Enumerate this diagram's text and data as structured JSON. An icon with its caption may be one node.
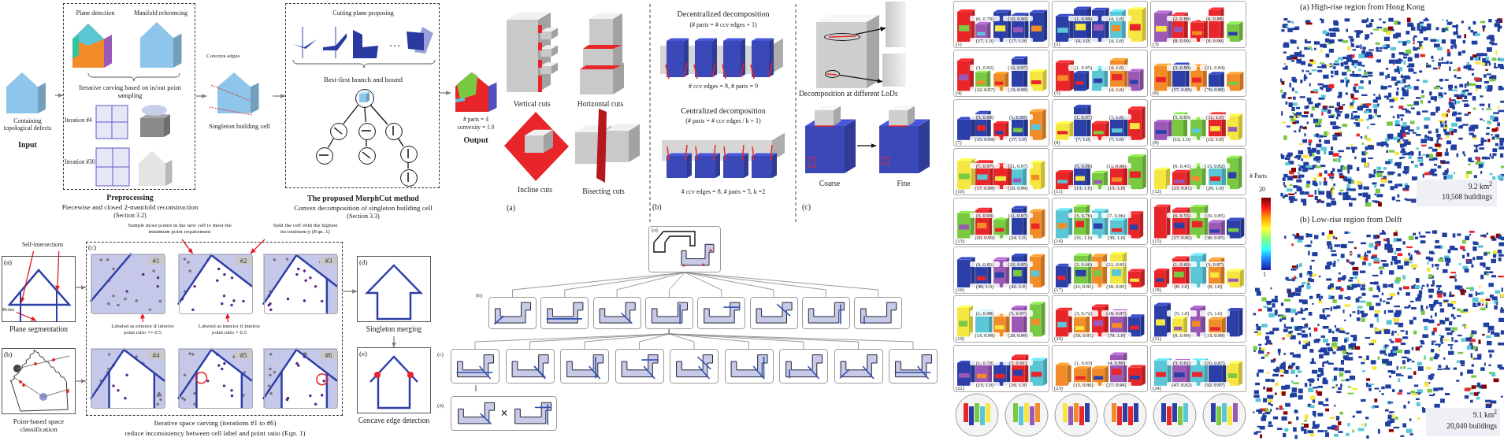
{
  "diagram": {
    "nodes": [
      {
        "text": [
          "Containing topological defects",
          "Input"
        ]
      },
      {
        "text": [
          "Plane detection",
          "Manifold referencing",
          "Iterative carving based on in/out point sampling",
          "Iteration #4",
          "Iteration #30",
          "Preprocessing",
          "Piecewise and closed 2-manifold reconstruction",
          "(Section 3.2)"
        ]
      },
      {
        "text": [
          "Concave edges",
          "Singleton building cell"
        ]
      },
      {
        "text": [
          "Cutting plane proposing",
          "Best-first branch and bound",
          "The proposed MorphCut method",
          "Convex decomposition of singleton building cell",
          "(Section 3.3)"
        ]
      },
      {
        "text": [],
        "shape": "circle",
        "in": 3
      },
      {
        "text": [],
        "shape": "circle",
        "in": 3
      },
      {
        "text": [],
        "shape": "circle",
        "in": 3
      },
      {
        "text": [],
        "shape": "circle",
        "in": 3
      },
      {
        "text": [],
        "shape": "circle",
        "in": 3
      },
      {
        "text": [],
        "shape": "circle",
        "in": 3
      },
      {
        "text": [],
        "shape": "circle",
        "in": 3
      },
      {
        "text": [],
        "shape": "circle",
        "in": 3
      },
      {
        "text": [
          "# parts = 4",
          "convexity = 1.0",
          "Output"
        ]
      },
      {
        "text": [],
        "shape": "ellipse"
      },
      {
        "text": [],
        "shape": "picture"
      },
      {
        "text": [],
        "shape": "ellipse"
      },
      {
        "text": [],
        "shape": "picture"
      },
      {
        "text": [
          "Coarse"
        ]
      },
      {
        "text": [
          "Fine"
        ]
      },
      {
        "text": [
          "Self-intersections"
        ]
      },
      {
        "text": [
          "(a)",
          "Plane segmentation"
        ]
      },
      {
        "text": [
          "Holes"
        ],
        "in": 20
      },
      {
        "text": [
          "(b)",
          "Point-based space classification"
        ]
      },
      {
        "text": [
          "(c)",
          "Iterative space carving (iterations #1 to #6)",
          "reduce inconsistency between cell label and point ratio (Eqn. 1)"
        ]
      },
      {
        "text": [
          "#1"
        ],
        "in": 23
      },
      {
        "text": [
          "#2"
        ],
        "in": 23
      },
      {
        "text": [
          "#3"
        ],
        "in": 23
      },
      {
        "text": [
          "#4"
        ],
        "in": 23
      },
      {
        "text": [
          "#5"
        ],
        "in": 23
      },
      {
        "text": [
          "#6"
        ],
        "in": 23
      },
      {
        "text": [
          "Sample more points in the new cell to meet the minimum point requirement"
        ]
      },
      {
        "text": [
          "Split the cell with the highest inconsistency (Eqn. 1)"
        ]
      },
      {
        "text": [
          "Labeled as exterior if interior point ratio <= 0.5"
        ],
        "in": 23
      },
      {
        "text": [
          "Labeled as interior if interior point ratio > 0.5"
        ],
        "in": 23
      },
      {
        "text": [
          "(d)",
          "Singleton merging"
        ]
      },
      {
        "text": [
          "(e)",
          "Concave edge detection"
        ]
      },
      {
        "text": [
          "(a)"
        ]
      },
      {
        "text": [],
        "shape": "box"
      },
      {
        "text": [],
        "shape": "box"
      },
      {
        "text": [],
        "shape": "box"
      },
      {
        "text": [],
        "shape": "box"
      },
      {
        "text": [],
        "shape": "box"
      },
      {
        "text": [],
        "shape": "box"
      },
      {
        "text": [],
        "shape": "box"
      },
      {
        "text": [],
        "shape": "box"
      },
      {
        "text": [],
        "shape": "box"
      },
      {
        "text": [],
        "shape": "box"
      },
      {
        "text": [],
        "shape": "box"
      },
      {
        "text": [],
        "shape": "box"
      },
      {
        "text": [],
        "shape": "box"
      },
      {
        "text": [],
        "shape": "box"
      },
      {
        "text": [],
        "shape": "box"
      },
      {
        "text": [],
        "shape": "box"
      },
      {
        "text": [],
        "shape": "box"
      },
      {
        "text": [
          "×"
        ]
      },
      {
        "text": [
          "(1)",
          "(6, 0.78)",
          "(10, 0.90)",
          "(17, 1.0)",
          "(17, 1.0)"
        ]
      },
      {
        "text": [
          "(2)",
          "(1, 0.89)",
          "(4, 1.0)",
          "(4, 1.0)",
          "(4, 1.0)"
        ]
      },
      {
        "text": [
          "(3)",
          "(2, 0.88)",
          "(6, 0.88)",
          "(8, 0.99)",
          "(8, 0.99)"
        ]
      },
      {
        "text": [
          "(4)",
          "(3, 0.92)",
          "(12, 0.97)",
          "(12, 0.97)",
          "(13, 0.99)"
        ]
      },
      {
        "text": [
          "(5)",
          "(1, 0.95)",
          "(4, 1.0)",
          "(4, 1.0)"
        ]
      },
      {
        "text": [
          "(6)",
          "(3, 0.80)",
          "(21, 0.84)",
          "(57, 0.98)",
          "(70, 0.99)"
        ]
      },
      {
        "text": [
          "(7)",
          "(3, 0.88)",
          "(5, 0.90)",
          "(15, 0.98)",
          "(17, 1.0)"
        ]
      },
      {
        "text": [
          "(8)",
          "(1, 0.97)",
          "(7, 1.0)",
          "(7, 1.0)",
          "(7, 1.0)"
        ]
      },
      {
        "text": [
          "(9)",
          "(5, 0.93)",
          "(11, 1.0)",
          "(12, 1.0)",
          "(12, 1.0)"
        ]
      },
      {
        "text": [
          "(10)",
          "(7, 0.97)",
          "(11, 0.97)",
          "(17, 0.98)",
          "(20, 0.99)"
        ]
      },
      {
        "text": [
          "(11)",
          "(5, 0.86)",
          "(11, 0.96)",
          "(13, 1.0)",
          "(13, 1.0)"
        ]
      },
      {
        "text": [
          "(12)",
          "(6, 0.45)",
          "(15, 0.82)",
          "(23, 0.91)",
          "(29, 1.0)"
        ]
      },
      {
        "text": [
          "(13)",
          "(3, 0.93)",
          "(11, 0.97)",
          "(20, 0.99)",
          "(24, 1.0)"
        ]
      },
      {
        "text": [
          "(14)",
          "(3, 0.76)",
          "(7, 0.96)",
          "(31, 1.0)",
          "(39, 1.0)"
        ]
      },
      {
        "text": [
          "(15)",
          "(6, 0.55)",
          "(19, 0.85)",
          "(27, 0.90)",
          "(36, 0.95)"
        ]
      },
      {
        "text": [
          "(16)",
          "(9, 0.85)",
          "(22, 0.95)",
          "(40, 1.0)",
          "(42, 1.0)"
        ]
      },
      {
        "text": [
          "(17)",
          "(2, 0.60)",
          "(21, 0.93)",
          "(11, 0.81)",
          "(39, 0.95)"
        ]
      },
      {
        "text": [
          "(18)",
          "(1, 0.60)",
          "(3, 0.87)",
          "(8, 1.0)",
          "(8, 1.0)"
        ]
      },
      {
        "text": [
          "(19)",
          "(1, 0.98)",
          "(5, 0.97)",
          "(13, 0.98)",
          "(29, 0.99)"
        ]
      },
      {
        "text": [
          "(20)",
          "(3, 0.72)",
          "(18, 0.87)",
          "(50, 0.95)",
          "(79, 1.0)"
        ]
      },
      {
        "text": [
          "(21)",
          "(5, 1.0)",
          "(5, 1.0)",
          "(8, 0.99)",
          "(13, 0.99)"
        ]
      },
      {
        "text": [
          "(22)",
          "(1, 0.70)",
          "(5, 0.91)",
          "(13, 1.0)",
          "(16, 1.0)"
        ]
      },
      {
        "text": [
          "(23)",
          "(1, 0.63)",
          "(4, 0.89)",
          "(15, 0.86)",
          "(27, 0.94)"
        ]
      },
      {
        "text": [
          "(24)",
          "(3, 0.61)",
          "(20, 0.87)",
          "(47, 0.92)",
          "(92, 0.97)"
        ]
      },
      {
        "text": [
          "9.2 km$^{2}$",
          "10,568 buildings"
        ]
      },
      {
        "text": [
          "9.1 km$^{2}$",
          "20,040 buildings"
        ]
      },
      {
        "text": [],
        "shape": "bar",
        "in": 20
      },
      {
        "text": [],
        "shape": "bar",
        "in": 20
      }
    ],
    "edges": [
      {
        "from": 0,
        "to": 1,
        "arrow": "to"
      },
      {
        "from": 1,
        "to": 2,
        "arrow": "to"
      },
      {
        "from": 2,
        "to": 3,
        "arrow": "to"
      },
      {
        "from": 3,
        "to": 12,
        "arrow": "to"
      },
      {
        "from": 4,
        "to": 5,
        "arrow": "none",
        "color": "#111111"
      },
      {
        "from": 4,
        "to": 6,
        "arrow": "none",
        "color": "#111111"
      },
      {
        "from": 4,
        "to": 7,
        "arrow": "none",
        "color": "#111111"
      },
      {
        "from": 5,
        "to": 8,
        "arrow": "none",
        "color": "#111111"
      },
      {
        "from": 6,
        "to": 9,
        "arrow": "none",
        "color": "#111111"
      },
      {
        "from": 7,
        "to": 10,
        "arrow": "none",
        "color": "#111111"
      },
      {
        "from": 10,
        "to": 11,
        "arrow": "none",
        "color": "#111111"
      },
      {
        "from": 13,
        "to": 14,
        "arrow": "to",
        "color": "#111111"
      },
      {
        "from": 15,
        "to": 16,
        "arrow": "to",
        "color": "#111111"
      },
      {
        "from": 17,
        "to": 18,
        "arrow": "to",
        "color": "#111111"
      },
      {
        "from": 19,
        "to": 81,
        "arrow": "to",
        "color": "#e31b23"
      },
      {
        "from": 19,
        "to": 82,
        "arrow": "to",
        "color": "#e31b23"
      },
      {
        "from": 21,
        "to": null,
        "arrow": "to",
        "color": "#e31b23"
      },
      {
        "from": 20,
        "to": 23,
        "arrow": "to"
      },
      {
        "from": 22,
        "to": 23,
        "arrow": "to"
      },
      {
        "from": 23,
        "to": 34,
        "arrow": "to"
      },
      {
        "from": 34,
        "to": 35,
        "arrow": "to"
      },
      {
        "from": 30,
        "to": 25,
        "arrow": "to",
        "color": "#e31b23"
      },
      {
        "from": 31,
        "to": 25,
        "arrow": "to",
        "color": "#e31b23"
      },
      {
        "from": 32,
        "to": 24,
        "arrow": "to",
        "color": "#e31b23"
      },
      {
        "from": 33,
        "to": 25,
        "arrow": "to",
        "color": "#e31b23"
      },
      {
        "from": 36,
        "to": 37,
        "arrow": "none"
      },
      {
        "from": 36,
        "to": 38,
        "arrow": "none"
      },
      {
        "from": 36,
        "to": 39,
        "arrow": "none"
      },
      {
        "from": 36,
        "to": 40,
        "arrow": "none"
      },
      {
        "from": 36,
        "to": 41,
        "arrow": "none"
      },
      {
        "from": 36,
        "to": 42,
        "arrow": "none"
      },
      {
        "from": 36,
        "to": 43,
        "arrow": "none"
      },
      {
        "from": 36,
        "to": 44,
        "arrow": "none"
      },
      {
        "from": 40,
        "to": 45,
        "arrow": "none"
      },
      {
        "from": 40,
        "to": 46,
        "arrow": "none"
      },
      {
        "from": 40,
        "to": 47,
        "arrow": "none"
      },
      {
        "from": 40,
        "to": 48,
        "arrow": "none"
      },
      {
        "from": 40,
        "to": 49,
        "arrow": "none"
      },
      {
        "from": 40,
        "to": 50,
        "arrow": "none"
      },
      {
        "from": 40,
        "to": 51,
        "arrow": "none"
      },
      {
        "from": 40,
        "to": 52,
        "arrow": "none"
      },
      {
        "from": 40,
        "to": 53,
        "arrow": "none"
      }
    ],
    "labels": [
      "Vertical cuts",
      "Horizontal cuts",
      "Incline cuts",
      "Bisecting cuts",
      "(a)",
      "Decentralized decomposition",
      "(# parts = # ccv edges + 1)",
      "# ccv edges = 8, # parts = 9",
      "Centralized decomposition",
      "(# parts = # ccv edges / k + 1)",
      "# ccv edges = 8, # parts = 5, k =2",
      "(b)",
      "Decomposition at different LoDs",
      "(c)",
      "(b)",
      "(c)",
      "||",
      "(d)",
      "# Parts",
      "20",
      "1",
      "(a) High-rise region from Hong Kong",
      "(b) Low-rise region from Delft"
    ]
  }
}
